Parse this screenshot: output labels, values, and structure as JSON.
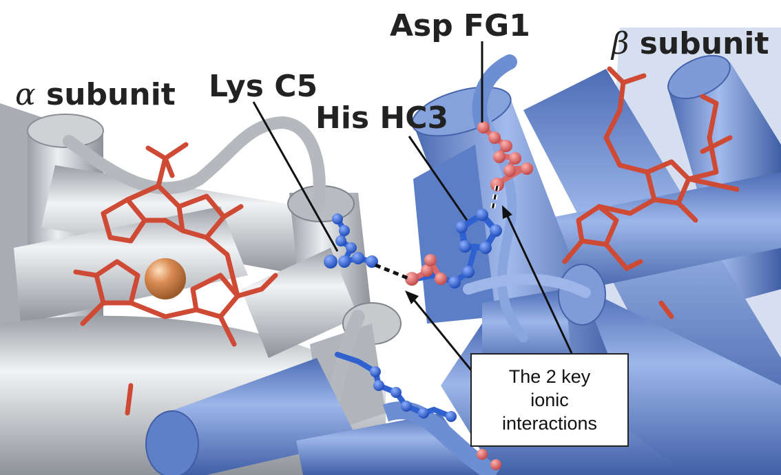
{
  "labels": {
    "alpha_symbol": "α",
    "alpha_word": "subunit",
    "beta_symbol": "β",
    "beta_word": "subunit",
    "lys": "Lys C5",
    "his": "His HC3",
    "asp": "Asp FG1"
  },
  "callout": {
    "text": "The 2 key\nionic\ninteractions"
  },
  "colors": {
    "alpha_cylinder": "#c3c6cb",
    "beta_cylinder": "#6f8fcf",
    "heme": "#cf4a34",
    "iron": "#d98a52",
    "basic_residue": "#2f62d0",
    "acidic_residue": "#d9696a",
    "annotation_line": "#111111"
  }
}
